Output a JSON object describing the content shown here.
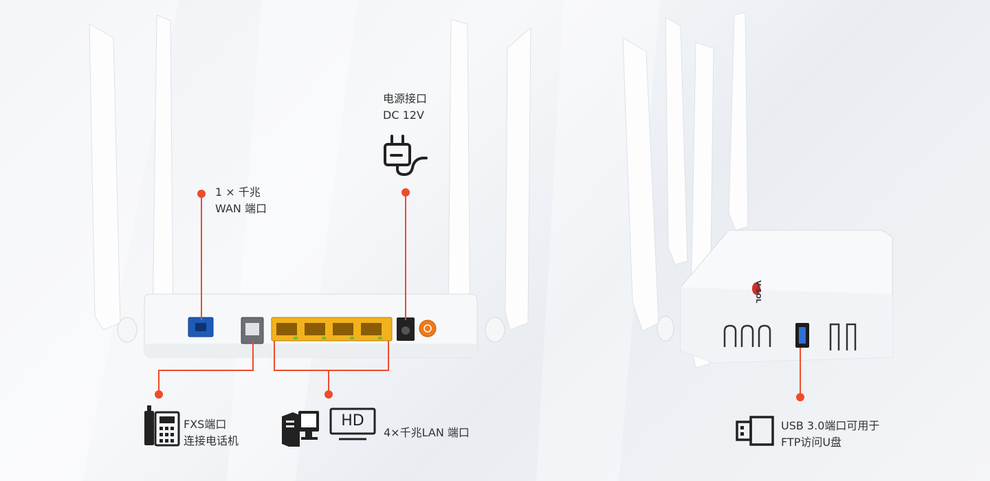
{
  "wan_label": {
    "line1": "1 × 千兆",
    "line2": "WAN 端口"
  },
  "power_label": {
    "line1": "电源接口",
    "line2": "DC 12V"
  },
  "fxs_label": {
    "line1": "FXS端口",
    "line2": "连接电话机"
  },
  "lan_label": {
    "hd": "HD",
    "text": "4×千兆LAN 端口"
  },
  "usb_label": {
    "line1": "USB 3.0端口可用于",
    "line2": "FTP访问U盘"
  },
  "brand": "V-SOL",
  "icons": [
    "plug-icon",
    "phone-icon",
    "computer-icon",
    "hd-monitor-icon",
    "usb-icon"
  ],
  "colors": {
    "accent": "#ee4b2b",
    "wan_port": "#1e5bb8",
    "lan_port": "#f2b21d",
    "power_button": "#f07a1a"
  }
}
